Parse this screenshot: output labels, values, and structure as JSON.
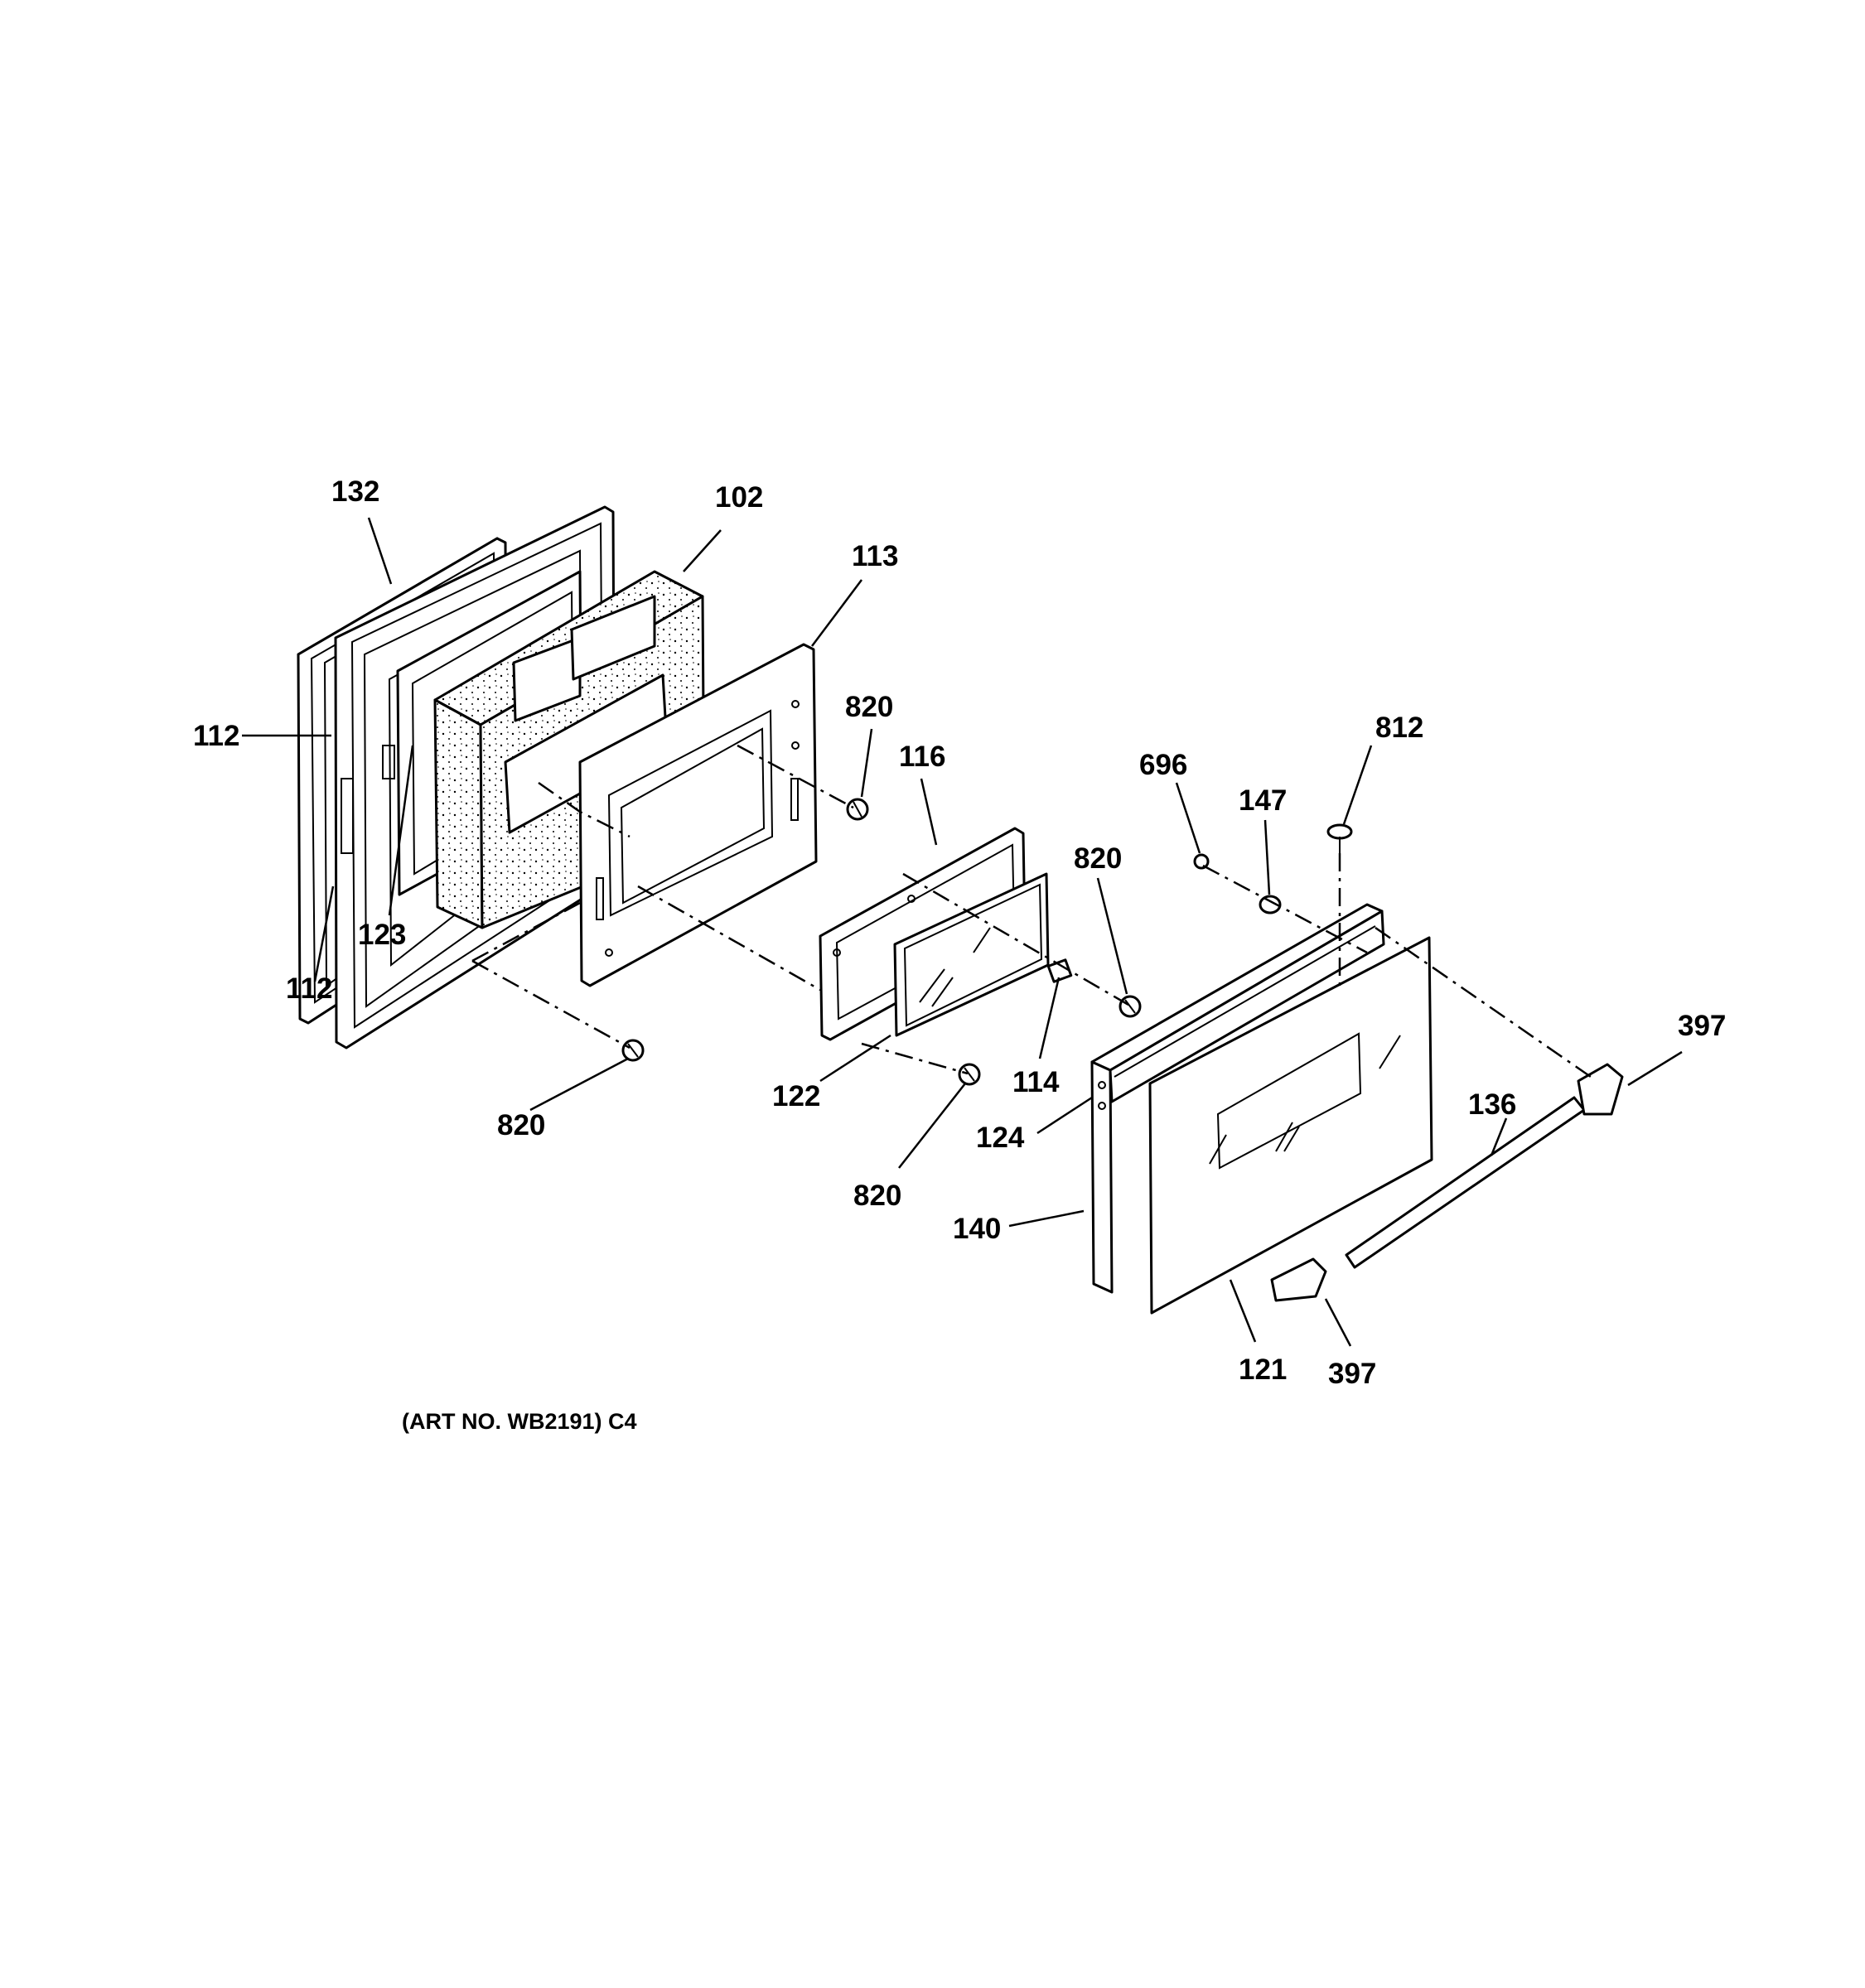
{
  "art_number": "(ART NO. WB2191) C4",
  "callouts": {
    "c132": "132",
    "c102": "102",
    "c113": "113",
    "c112a": "112",
    "c112b": "112",
    "c123": "123",
    "c820a": "820",
    "c116": "116",
    "c696": "696",
    "c812": "812",
    "c147": "147",
    "c820b": "820",
    "c820c": "820",
    "c122": "122",
    "c114": "114",
    "c820d": "820",
    "c124": "124",
    "c397a": "397",
    "c136": "136",
    "c140": "140",
    "c121": "121",
    "c397b": "397"
  }
}
